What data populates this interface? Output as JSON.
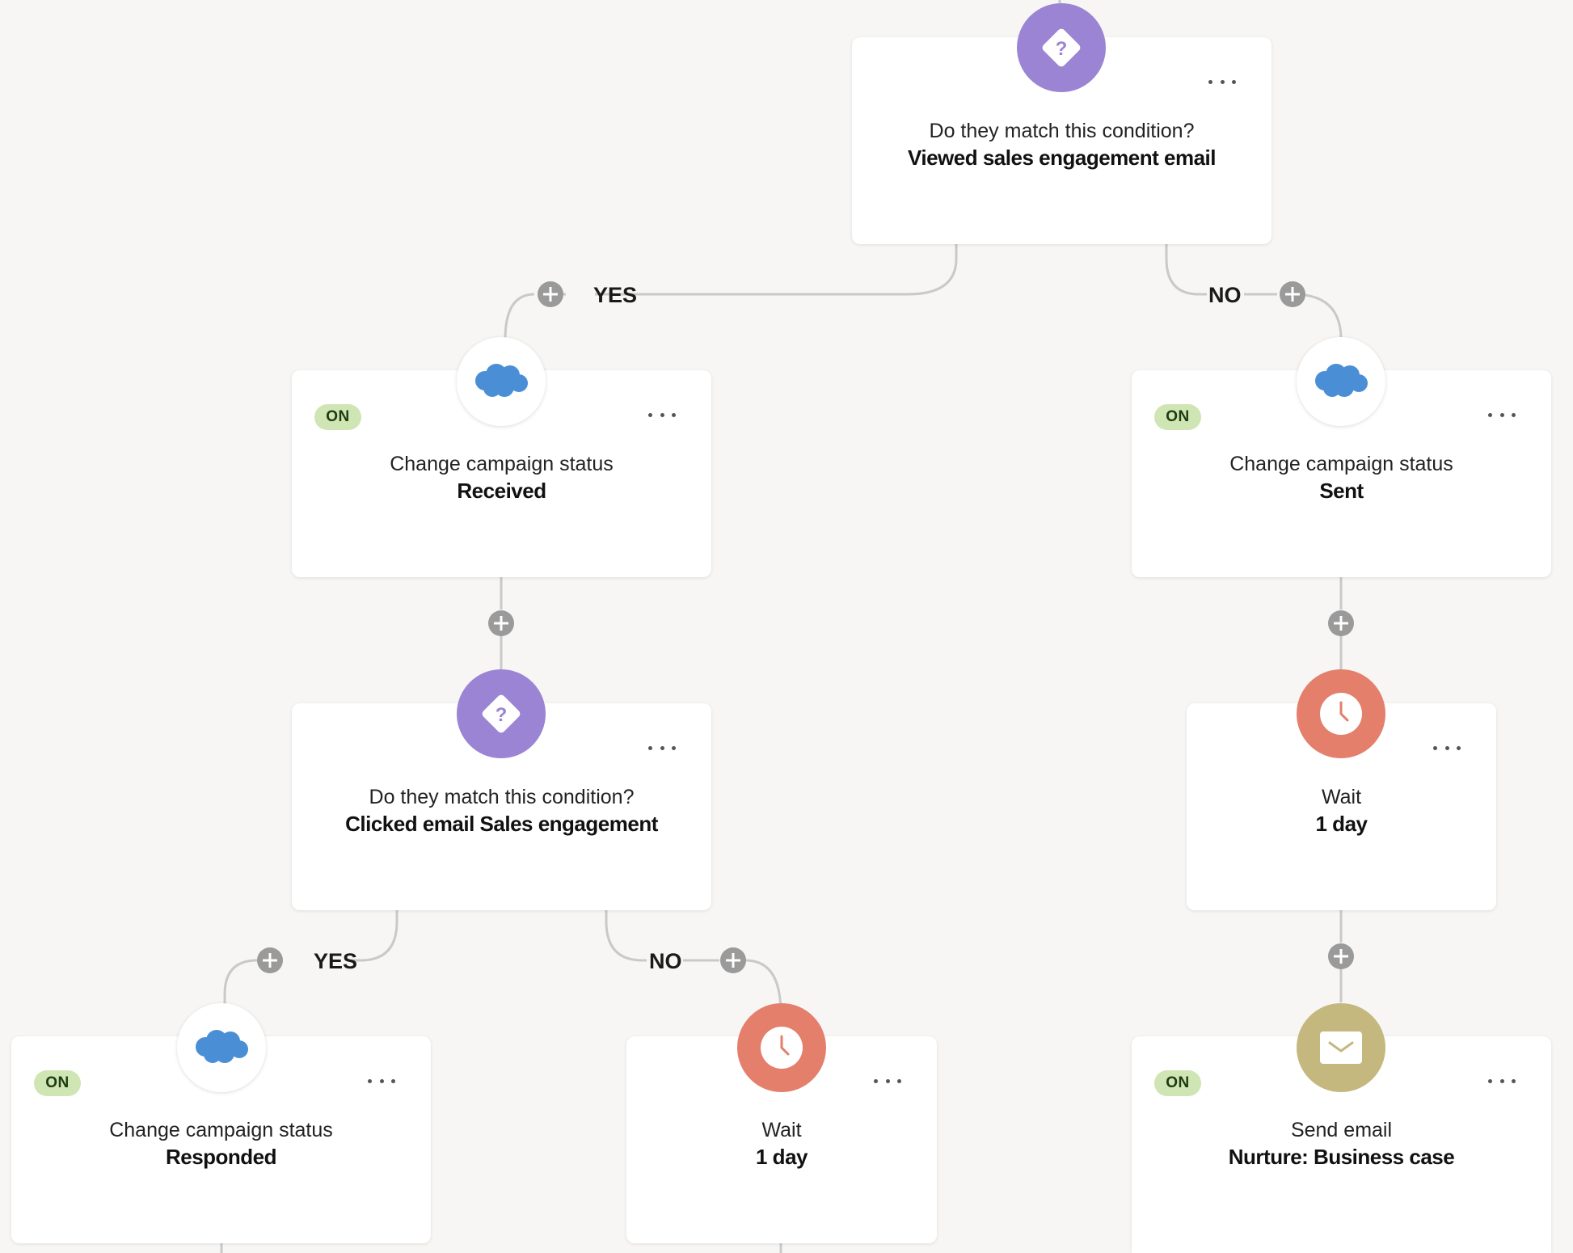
{
  "colors": {
    "canvas": "#f7f6f4",
    "card": "#ffffff",
    "condition": "#9b84d3",
    "wait": "#e47f6c",
    "email": "#c5b87e",
    "salesforce": "#4a8fd6",
    "on_badge": "#cfe5b4",
    "connector": "#c9c9c9",
    "add_button": "#9a9a9a"
  },
  "branches": {
    "top_yes": "YES",
    "top_no": "NO",
    "mid_yes": "YES",
    "mid_no": "NO"
  },
  "nodes": {
    "condition_top": {
      "icon": "condition-diamond-icon",
      "title": "Do they match this condition?",
      "value": "Viewed sales engagement email"
    },
    "status_received": {
      "icon": "salesforce-cloud-icon",
      "badge": "ON",
      "title": "Change campaign status",
      "value": "Received"
    },
    "status_sent": {
      "icon": "salesforce-cloud-icon",
      "badge": "ON",
      "title": "Change campaign status",
      "value": "Sent"
    },
    "condition_clicked": {
      "icon": "condition-diamond-icon",
      "title": "Do they match this condition?",
      "value": "Clicked email Sales engagement"
    },
    "wait_right": {
      "icon": "clock-icon",
      "title": "Wait",
      "value": "1 day"
    },
    "status_responded": {
      "icon": "salesforce-cloud-icon",
      "badge": "ON",
      "title": "Change campaign status",
      "value": "Responded"
    },
    "wait_mid": {
      "icon": "clock-icon",
      "title": "Wait",
      "value": "1 day"
    },
    "send_email": {
      "icon": "envelope-icon",
      "badge": "ON",
      "title": "Send email",
      "value": "Nurture: Business case"
    }
  }
}
